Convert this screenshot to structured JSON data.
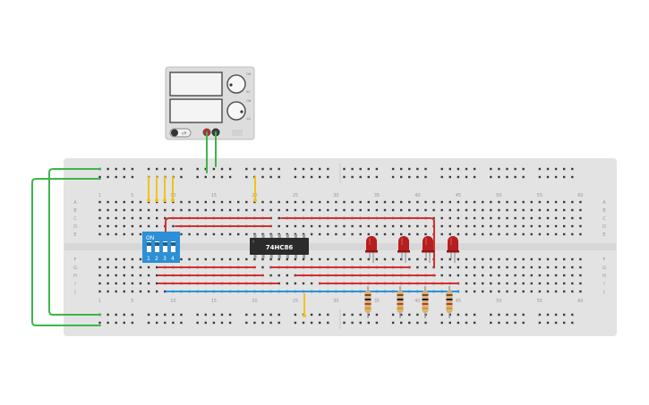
{
  "colors": {
    "background": "#ffffff",
    "board": "#e3e3e3",
    "hole": "#3a3a3a",
    "rail_red": "#d9363e",
    "rail_blue": "#2f8fd8",
    "wire_green": "#3db54a",
    "wire_red": "#d62f2f",
    "wire_yellow": "#f2c318",
    "wire_blue": "#2596e0",
    "dip_blue": "#2d8fd6",
    "chip": "#2b2b2b",
    "led": "#b51f1f",
    "resistor": "#d8b27a",
    "psu_body": "#dddddd"
  },
  "power_supply": {
    "display_top": "",
    "display_bottom": "",
    "switch_label": "off",
    "knob_top_labels": [
      "ON",
      "5V"
    ],
    "knob_bottom_labels": [
      "ON",
      "1A"
    ]
  },
  "breadboard": {
    "column_numbers": [
      "1",
      "5",
      "10",
      "15",
      "20",
      "25",
      "30",
      "35",
      "40",
      "45",
      "50",
      "55",
      "60"
    ],
    "row_letters_top": [
      "A",
      "B",
      "C",
      "D",
      "E"
    ],
    "row_letters_bottom": [
      "F",
      "G",
      "H",
      "I",
      "J"
    ]
  },
  "dip_switch": {
    "on_label": "ON",
    "switch_numbers": [
      "1",
      "2",
      "3",
      "4"
    ]
  },
  "ic_chip": {
    "label": "74HC86"
  },
  "leds": {
    "count": 4
  },
  "resistors": {
    "count": 4
  }
}
